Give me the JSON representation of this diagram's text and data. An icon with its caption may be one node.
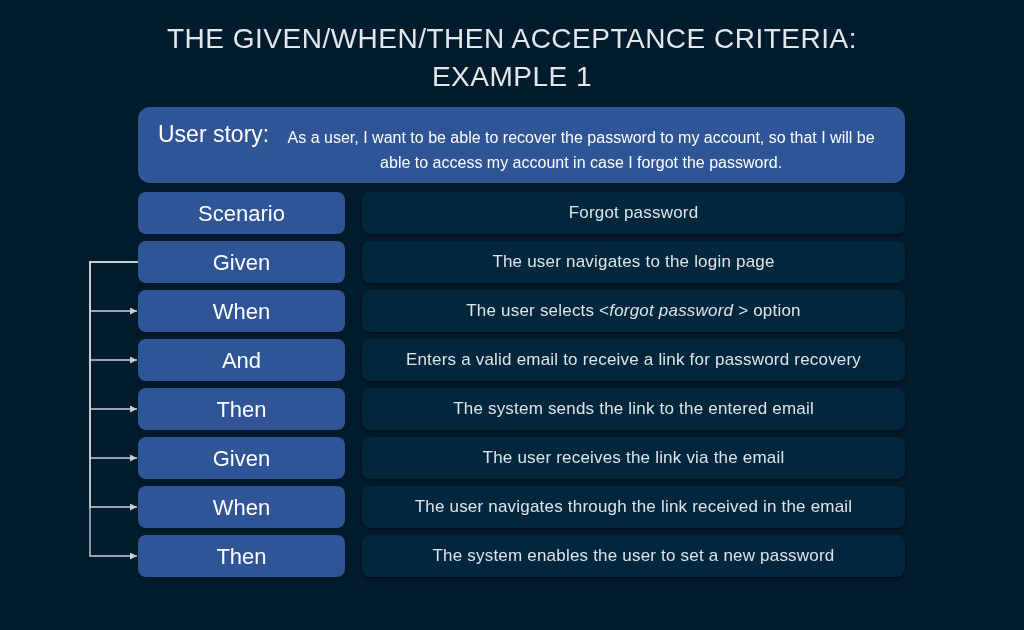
{
  "diagram": {
    "title": "THE GIVEN/WHEN/THEN ACCEPTANCE CRITERIA: EXAMPLE 1",
    "nodes": [
      {
        "text": [
          "User story:",
          "As a user, I want to be able to recover the password to my account, so that I will be able to access my account in case I forgot the password."
        ]
      },
      {
        "text": [
          "Scenario"
        ]
      },
      {
        "text": [
          "Forgot password"
        ]
      },
      {
        "text": [
          "Given"
        ]
      },
      {
        "text": [
          "The user navigates to the login page"
        ]
      },
      {
        "text": [
          "When"
        ]
      },
      {
        "text": [
          "The user selects <*forgot password* > option"
        ]
      },
      {
        "text": [
          "And"
        ]
      },
      {
        "text": [
          "Enters a valid email to receive a link for password recovery"
        ]
      },
      {
        "text": [
          "Then"
        ]
      },
      {
        "text": [
          "The system sends the link to the entered email"
        ]
      },
      {
        "text": [
          "Given"
        ]
      },
      {
        "text": [
          "The user receives the link via the email"
        ]
      },
      {
        "text": [
          "When"
        ]
      },
      {
        "text": [
          "The user navigates through the link received in the email"
        ]
      },
      {
        "text": [
          "Then"
        ]
      },
      {
        "text": [
          "The system enables the user to set a new password"
        ]
      }
    ],
    "edges": [
      {
        "from": 3,
        "to": 5,
        "arrow": "to"
      },
      {
        "from": 3,
        "to": 7,
        "arrow": "to"
      },
      {
        "from": 3,
        "to": 9,
        "arrow": "to"
      },
      {
        "from": 3,
        "to": 11,
        "arrow": "to"
      },
      {
        "from": 3,
        "to": 13,
        "arrow": "to"
      },
      {
        "from": 3,
        "to": 15,
        "arrow": "to"
      }
    ]
  }
}
